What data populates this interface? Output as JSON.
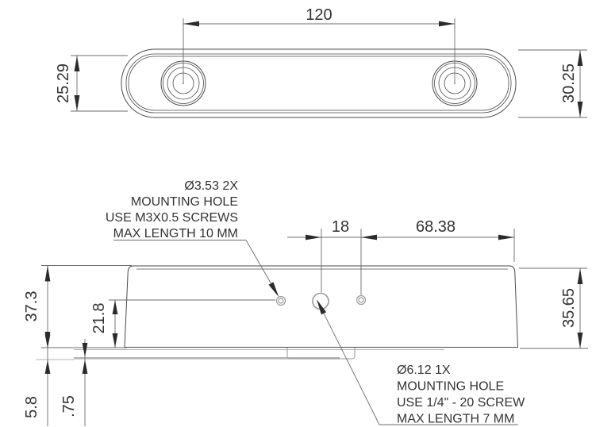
{
  "front_view": {
    "baseline_dim": "120",
    "inner_height_dim": "25.29",
    "outer_height_dim": "30.25"
  },
  "side_view": {
    "hole_spacing_dim": "18",
    "hole_to_edge_dim": "68.38",
    "overall_height_dim": "37.3",
    "hole_center_height_dim": "21.8",
    "right_height_dim": "35.65",
    "foot_height_dim": "5.8",
    "plate_thickness_dim": ".75",
    "m3_note": [
      "Ø3.53 2X",
      "MOUNTING HOLE",
      "USE M3X0.5 SCREWS",
      "MAX LENGTH 10 MM"
    ],
    "quarter_note": [
      "Ø6.12 1X",
      "MOUNTING HOLE",
      "USE 1/4\" - 20 SCREW",
      "MAX LENGTH 7 MM"
    ]
  },
  "colors": {
    "background": "#ffffff",
    "outline": "#4a4a4a",
    "dim_line": "#6b6b6b",
    "arrow": "#2b2b2b",
    "text": "#333333",
    "hole_gray": "#9a9a9a",
    "plate_gray": "#b4b4b4"
  }
}
